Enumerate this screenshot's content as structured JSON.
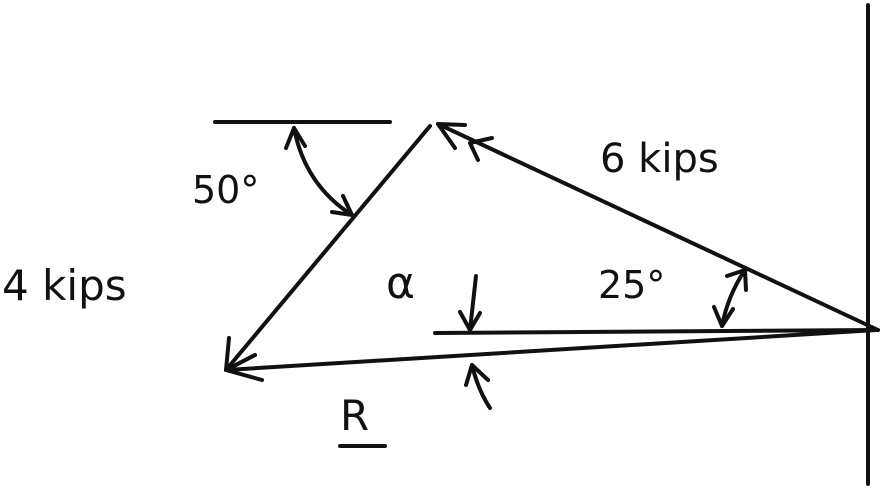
{
  "labels": {
    "force_6": "6 kips",
    "force_4": "4 kips",
    "angle_50": "50°",
    "angle_25": "25°",
    "alpha": "α",
    "resultant": "R"
  }
}
